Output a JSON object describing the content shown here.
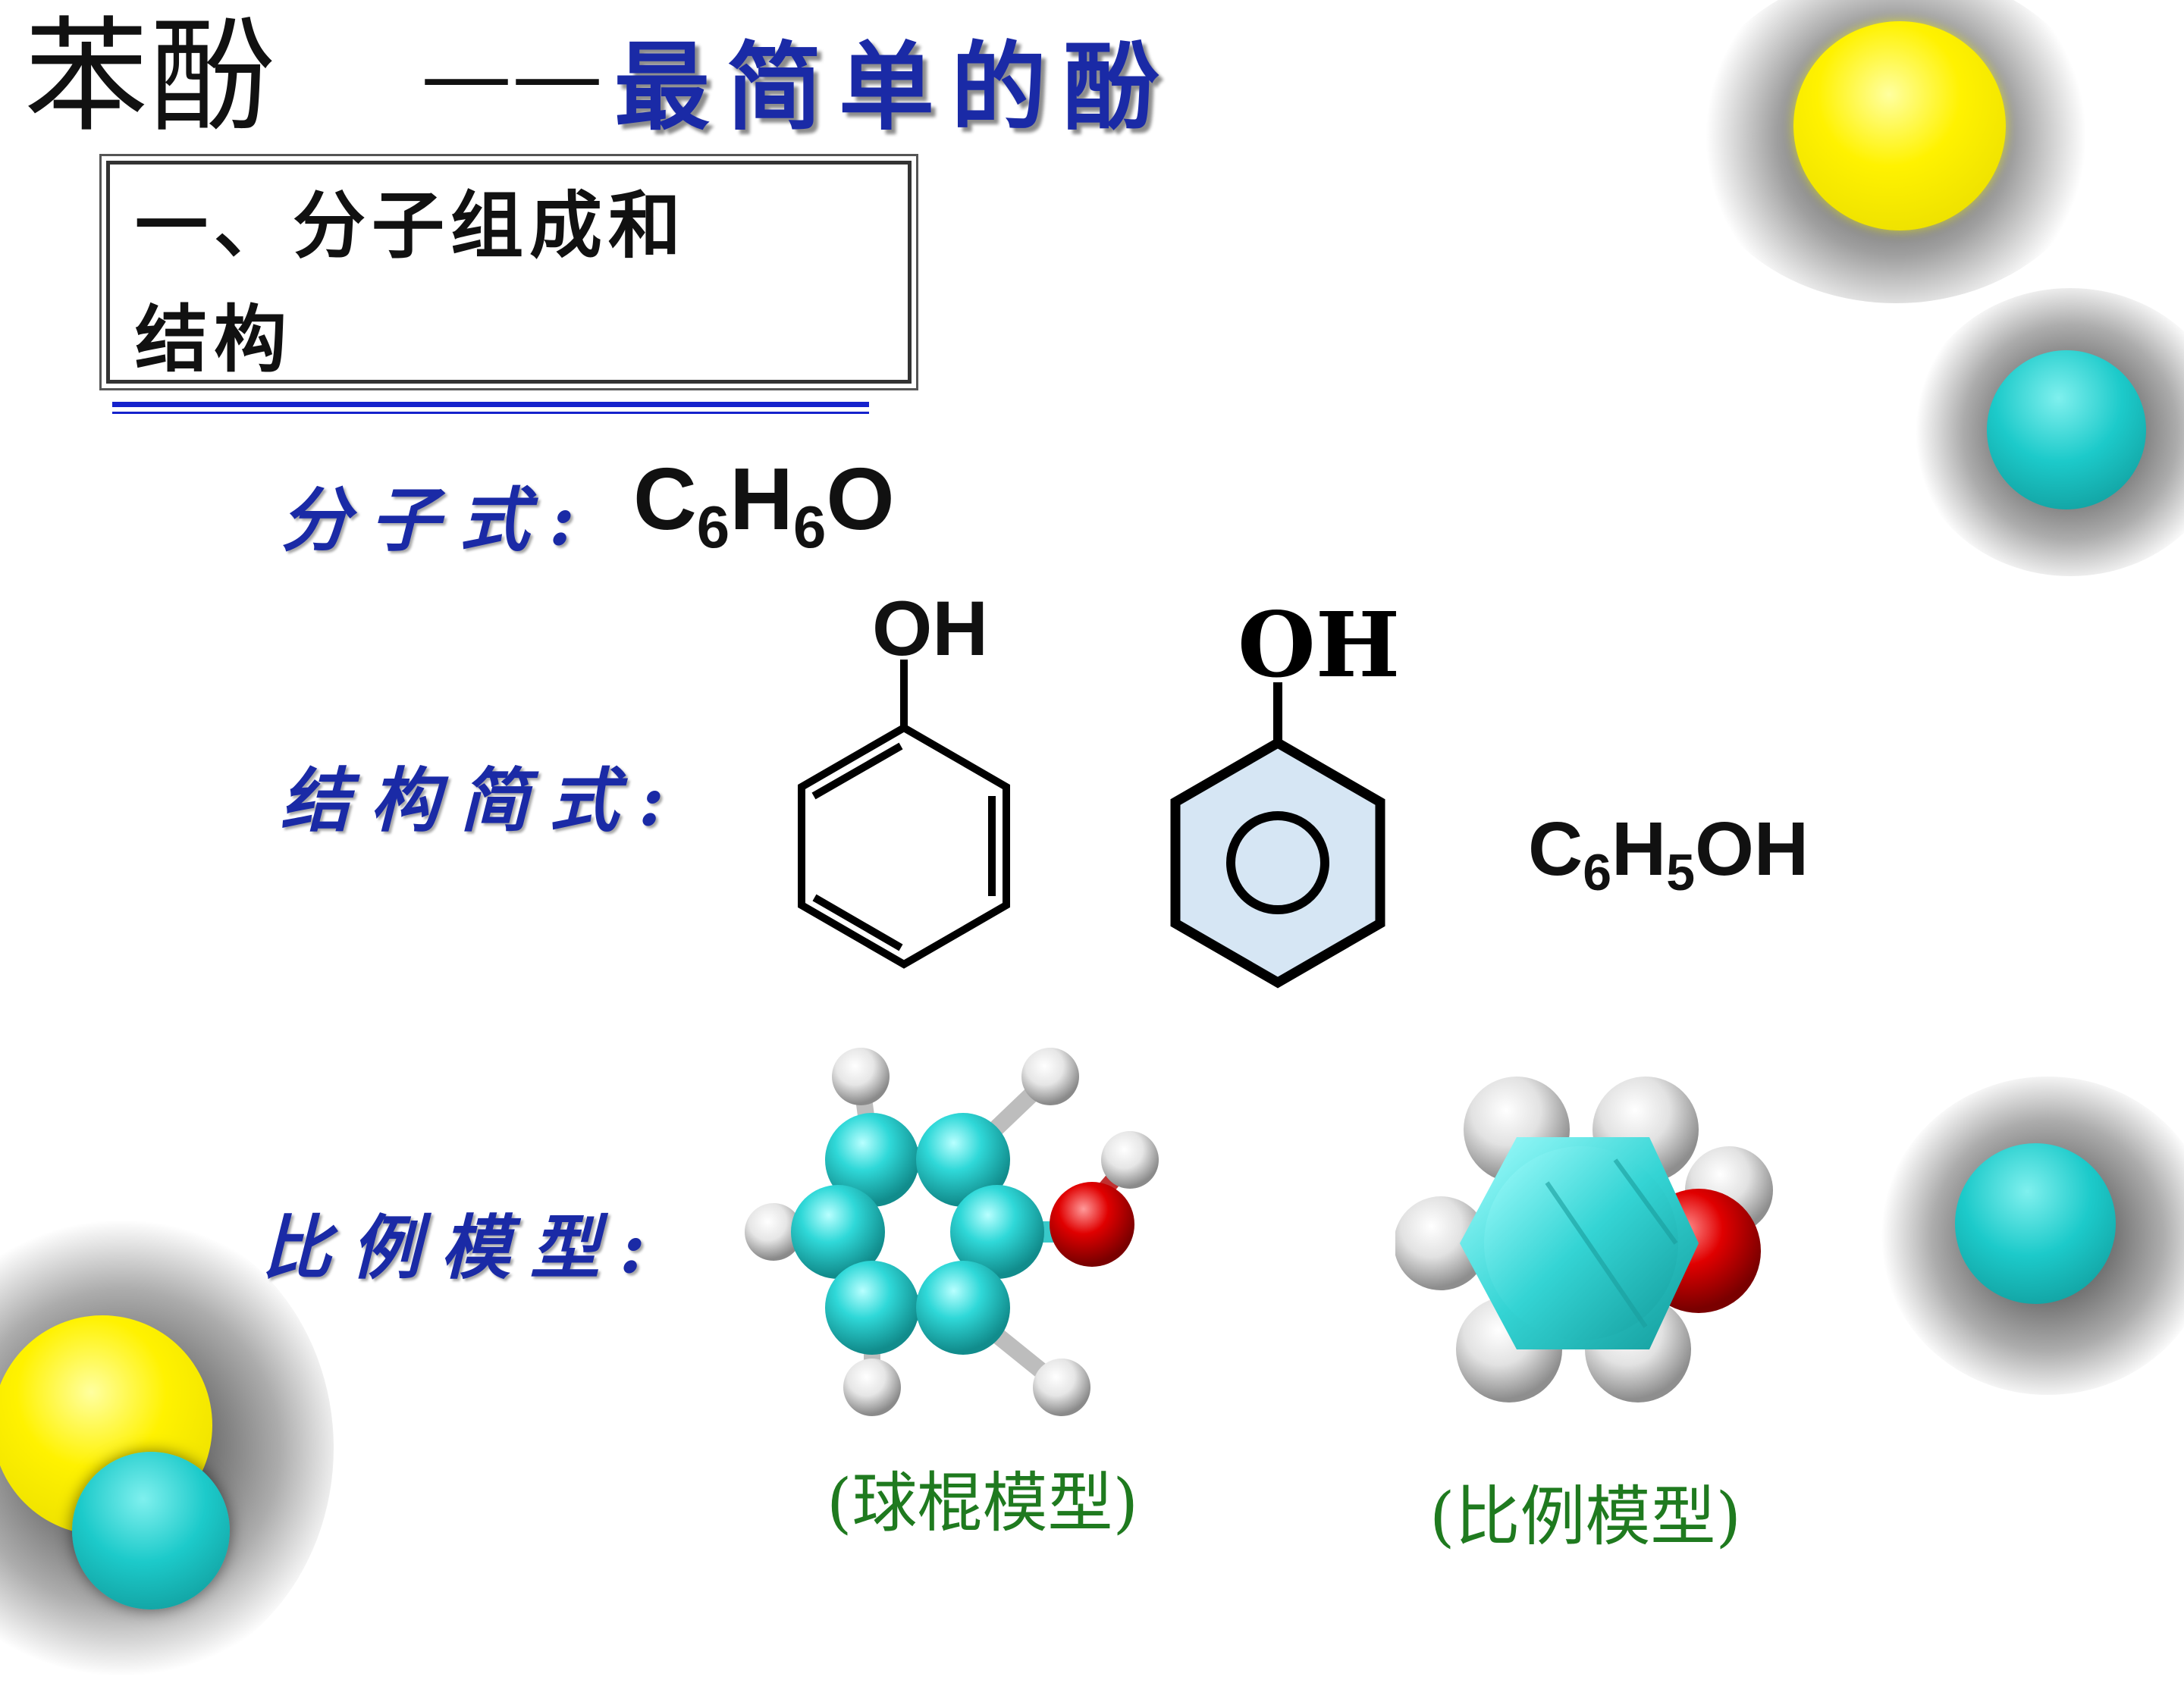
{
  "title": {
    "main": "苯酚",
    "dash": "——",
    "subtitle": "最简单的酚"
  },
  "section": {
    "line1": "一、分子组成和",
    "line2": "结构"
  },
  "molecular_formula": {
    "label": "分子式:",
    "c": "C",
    "c_sub": "6",
    "h": "H",
    "h_sub": "6",
    "o": "O"
  },
  "structural": {
    "label": "结构简式:",
    "oh_kekule": "OH",
    "oh_circle": "OH",
    "condensed": {
      "c": "C",
      "c_sub": "6",
      "h": "H",
      "h_sub": "5",
      "oh": "OH"
    }
  },
  "model": {
    "label": "比例模型:",
    "ball_stick_caption": "(球棍模型)",
    "space_fill_caption": "(比例模型)"
  },
  "colors": {
    "title_blue": "#1a2aa6",
    "caption_green": "#1f7a1f",
    "carbon": "#2fd0d0",
    "oxygen": "#d80000",
    "hydrogen": "#e8e8e8",
    "deco_yellow": "#f5f000"
  }
}
